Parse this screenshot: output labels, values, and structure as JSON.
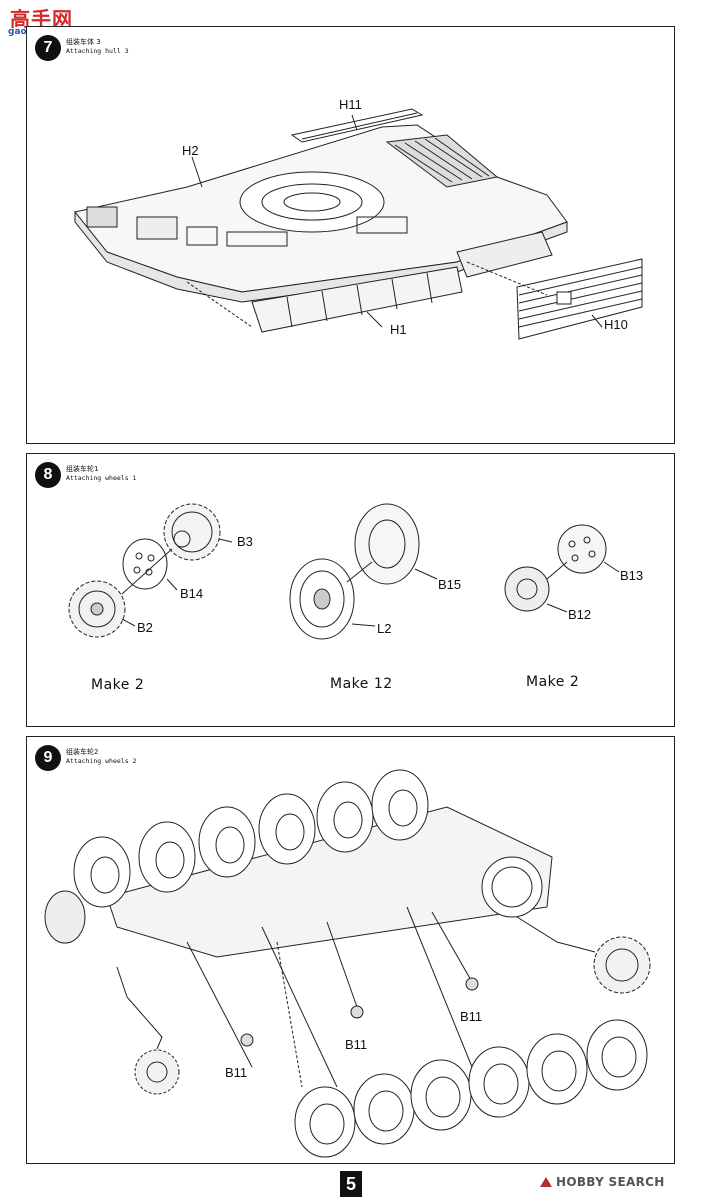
{
  "watermark": {
    "chinese": "高手网",
    "url": "gaoshou.com"
  },
  "steps": [
    {
      "number": "7",
      "title_cn": "组装车体 3",
      "title_en": "Attaching hull 3",
      "labels": {
        "h11": "H11",
        "h2": "H2",
        "h1": "H1",
        "h10": "H10"
      }
    },
    {
      "number": "8",
      "title_cn": "组装车轮1",
      "title_en": "Attaching wheels 1",
      "labels": {
        "b3": "B3",
        "b14": "B14",
        "b2": "B2",
        "b15": "B15",
        "l2": "L2",
        "b13": "B13",
        "b12": "B12"
      },
      "make": [
        "Make 2",
        "Make 12",
        "Make 2"
      ]
    },
    {
      "number": "9",
      "title_cn": "组装车轮2",
      "title_en": "Attaching wheels 2",
      "labels": {
        "b11_a": "B11",
        "b11_b": "B11",
        "b11_c": "B11"
      }
    }
  ],
  "page_number": "5",
  "source": "HOBBY SEARCH"
}
